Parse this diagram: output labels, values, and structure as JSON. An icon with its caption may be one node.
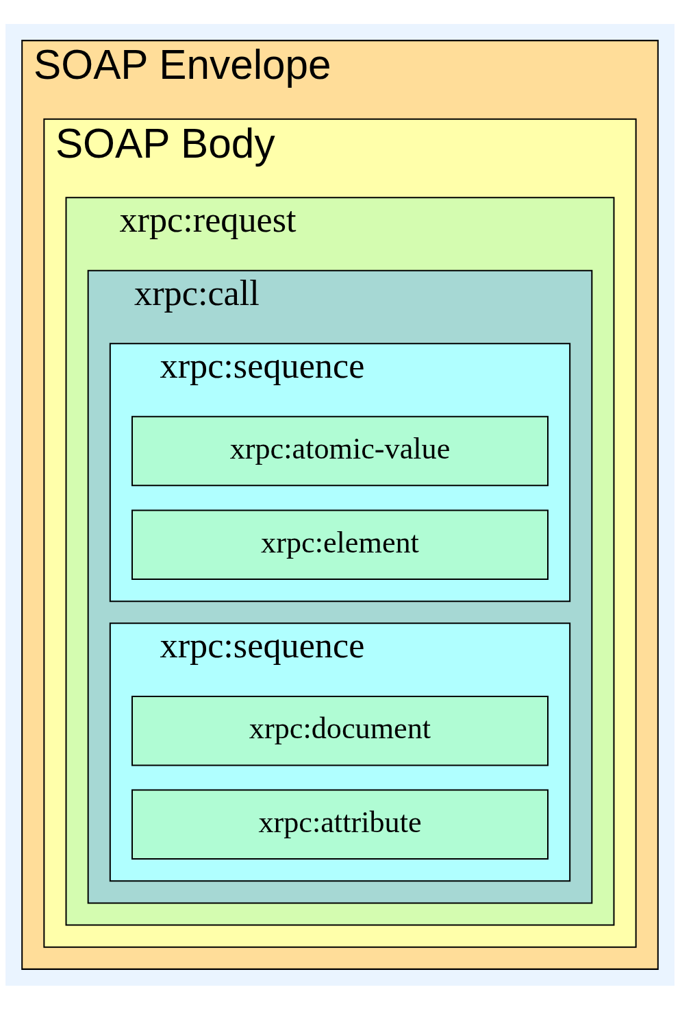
{
  "diagram": {
    "nodes": [
      {
        "text": [
          "SOAP Envelope"
        ]
      },
      {
        "text": [
          "SOAP Body"
        ],
        "in": 0
      },
      {
        "text": [
          "xrpc:request"
        ],
        "in": 1
      },
      {
        "text": [
          "xrpc:call"
        ],
        "in": 2
      },
      {
        "text": [
          "xrpc:sequence"
        ],
        "in": 3
      },
      {
        "text": [
          "xrpc:atomic-value"
        ],
        "in": 4
      },
      {
        "text": [
          "xrpc:element"
        ],
        "in": 4
      },
      {
        "text": [
          "xrpc:sequence"
        ],
        "in": 3
      },
      {
        "text": [
          "xrpc:document"
        ],
        "in": 7
      },
      {
        "text": [
          "xrpc:attribute"
        ],
        "in": 7
      }
    ],
    "edges": []
  }
}
